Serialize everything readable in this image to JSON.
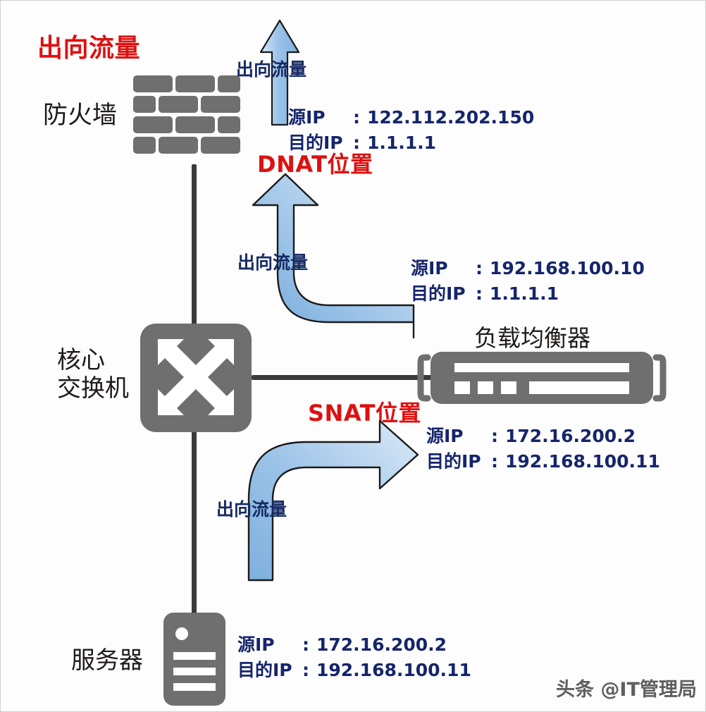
{
  "diagram": {
    "title": "出向流量",
    "watermark": "头条 @IT管理局",
    "colors": {
      "red": "#DD1111",
      "blue_text": "#15256b",
      "arrow_fill": "#9CC3E8",
      "device_gray": "#706F6F",
      "line": "#3A3A3A"
    }
  },
  "nodes": {
    "firewall": {
      "label": "防火墙",
      "icon": "firewall-brick-icon"
    },
    "core_switch": {
      "label": "核心\n交换机",
      "label_line1": "核心",
      "label_line2": "交换机",
      "icon": "switch-arrows-icon"
    },
    "load_balancer": {
      "label": "负载均衡器",
      "icon": "load-balancer-icon"
    },
    "server": {
      "label": "服务器",
      "icon": "server-icon"
    }
  },
  "markers": {
    "dnat": "DNAT位置",
    "snat": "SNAT位置"
  },
  "flows": [
    {
      "id": "flow-top",
      "label": "出向流量",
      "direction": "up"
    },
    {
      "id": "flow-middle",
      "label": "出向流量",
      "direction": "curve-up"
    },
    {
      "id": "flow-bottom",
      "label": "出向流量",
      "direction": "curve-right"
    }
  ],
  "packets": [
    {
      "id": "packet-after-dnat-firewall",
      "src_key": "源IP",
      "dst_key": "目的IP",
      "colon": ":",
      "src_value": "122.112.202.150",
      "dst_value": "1.1.1.1"
    },
    {
      "id": "packet-lb-to-switch",
      "src_key": "源IP",
      "dst_key": "目的IP",
      "colon": ":",
      "src_value": "192.168.100.10",
      "dst_value": "1.1.1.1"
    },
    {
      "id": "packet-switch-to-lb",
      "src_key": "源IP",
      "dst_key": "目的IP",
      "colon": ":",
      "src_value": "172.16.200.2",
      "dst_value": "192.168.100.11"
    },
    {
      "id": "packet-server-origin",
      "src_key": "源IP",
      "dst_key": "目的IP",
      "colon": ":",
      "src_value": "172.16.200.2",
      "dst_value": "192.168.100.11"
    }
  ]
}
